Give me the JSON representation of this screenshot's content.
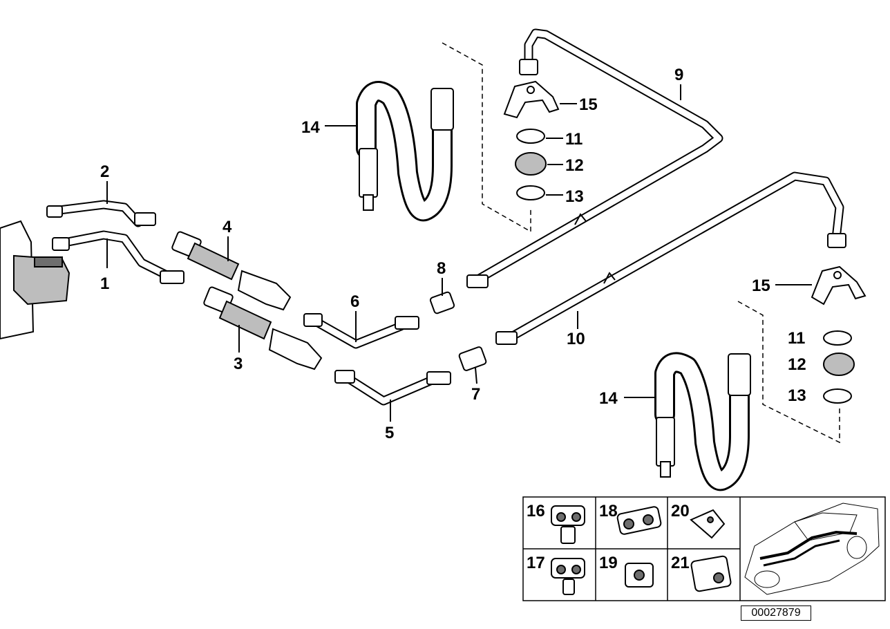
{
  "callouts": {
    "c1": "1",
    "c2": "2",
    "c3": "3",
    "c4": "4",
    "c5": "5",
    "c6": "6",
    "c7": "7",
    "c8": "8",
    "c9": "9",
    "c10": "10",
    "c11a": "11",
    "c12a": "12",
    "c13a": "13",
    "c14a": "14",
    "c15a": "15",
    "c11b": "11",
    "c12b": "12",
    "c13b": "13",
    "c14b": "14",
    "c15b": "15"
  },
  "clip_panel": {
    "c16": "16",
    "c17": "17",
    "c18": "18",
    "c19": "19",
    "c20": "20",
    "c21": "21"
  },
  "diagram_id": "00027879"
}
